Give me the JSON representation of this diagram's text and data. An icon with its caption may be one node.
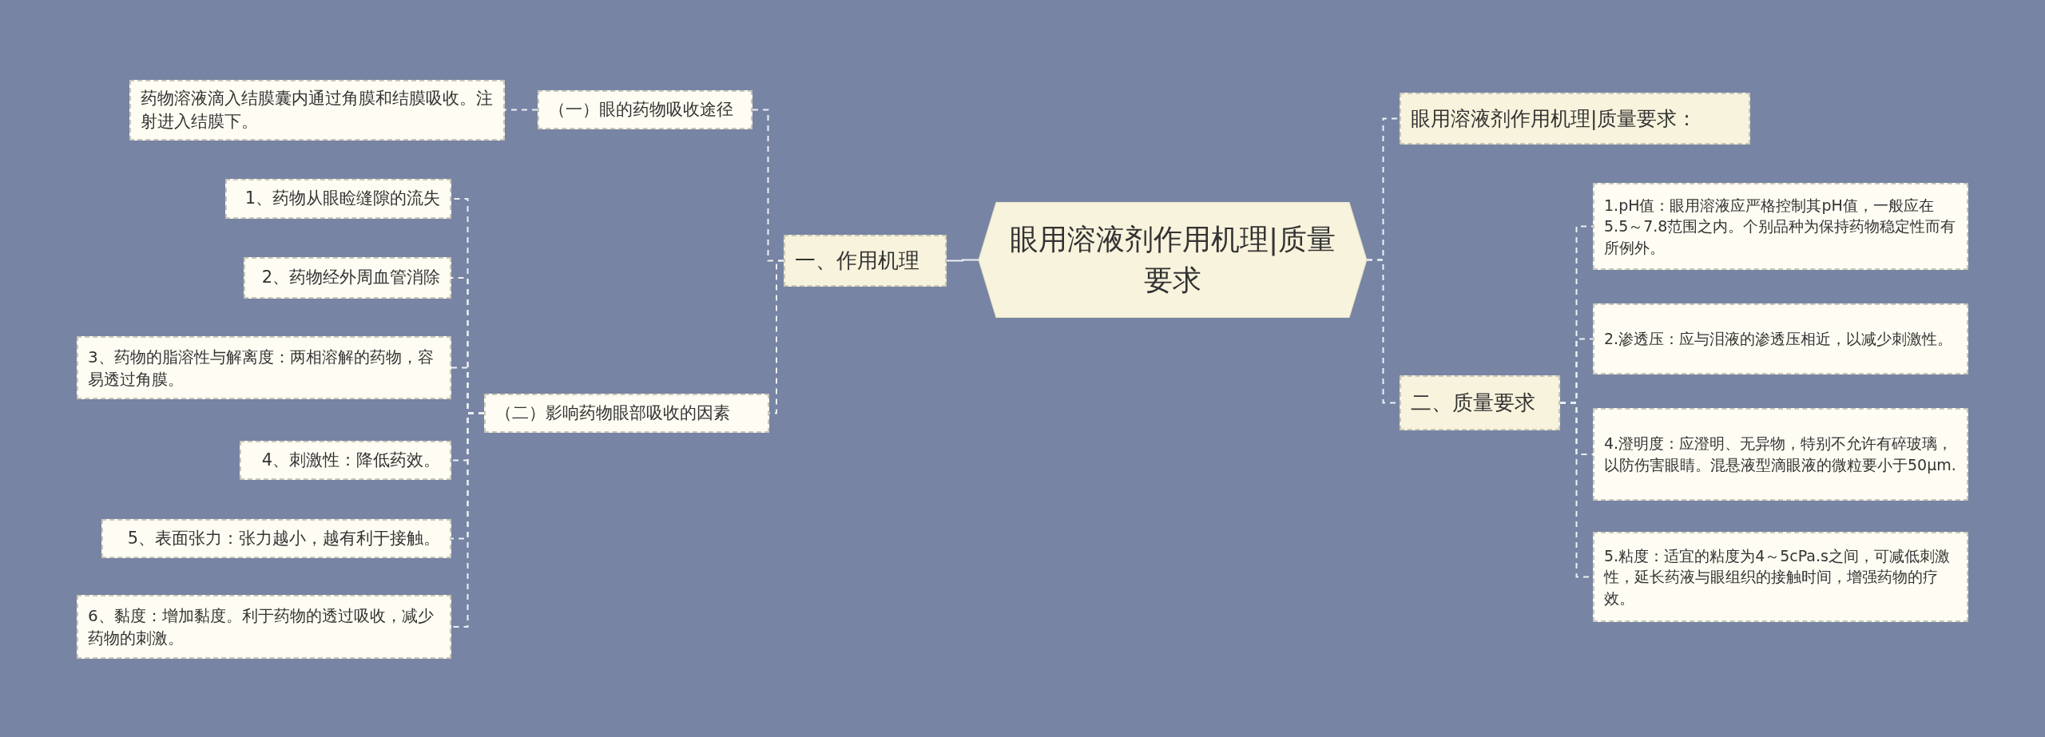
{
  "diagram": {
    "nodes": [
      {
        "text": [
          "眼用溶液剂作用机理|质量要求"
        ]
      },
      {
        "text": [
          "一、作用机理"
        ]
      },
      {
        "text": [
          "（一）眼的药物吸收途径"
        ]
      },
      {
        "text": [
          "药物溶液滴入结膜囊内通过角膜和结膜吸收。注射进入结膜下。"
        ]
      },
      {
        "text": [
          "（二）影响药物眼部吸收的因素"
        ]
      },
      {
        "text": [
          "1、药物从眼睑缝隙的流失"
        ]
      },
      {
        "text": [
          "2、药物经外周血管消除"
        ]
      },
      {
        "text": [
          "3、药物的脂溶性与解离度：两相溶解的药物，容易透过角膜。"
        ]
      },
      {
        "text": [
          "4、刺激性：降低药效。"
        ]
      },
      {
        "text": [
          "5、表面张力：张力越小，越有利于接触。"
        ]
      },
      {
        "text": [
          "6、黏度：增加黏度。利于药物的透过吸收，减少药物的刺激。"
        ]
      },
      {
        "text": [
          "眼用溶液剂作用机理|质量要求："
        ]
      },
      {
        "text": [
          "二、质量要求"
        ]
      },
      {
        "text": [
          "1.pH值：眼用溶液应严格控制其pH值，一般应在5.5～7.8范围之内。个别品种为保持药物稳定性而有所例外。"
        ]
      },
      {
        "text": [
          "2.渗透压：应与泪液的渗透压相近，以减少刺激性。"
        ]
      },
      {
        "text": [
          "4.澄明度：应澄明、无异物，特别不允许有碎玻璃，以防伤害眼睛。混悬液型滴眼液的微粒要小于50μm."
        ]
      },
      {
        "text": [
          "5.粘度：适宜的粘度为4～5cPa.s之间，可减低刺激性，延长药液与眼组织的接触时间，增强药物的疗效。"
        ]
      }
    ],
    "edges": [
      {
        "from": 0,
        "to": 1,
        "arrow": "none"
      },
      {
        "from": 1,
        "to": 2,
        "arrow": "none",
        "style": "dashed"
      },
      {
        "from": 2,
        "to": 3,
        "arrow": "none",
        "style": "dashed"
      },
      {
        "from": 1,
        "to": 4,
        "arrow": "none",
        "style": "dashed"
      },
      {
        "from": 4,
        "to": 5,
        "arrow": "none",
        "style": "dashed"
      },
      {
        "from": 4,
        "to": 6,
        "arrow": "none",
        "style": "dashed"
      },
      {
        "from": 4,
        "to": 7,
        "arrow": "none",
        "style": "dashed"
      },
      {
        "from": 4,
        "to": 8,
        "arrow": "none",
        "style": "dashed"
      },
      {
        "from": 4,
        "to": 9,
        "arrow": "none",
        "style": "dashed"
      },
      {
        "from": 4,
        "to": 10,
        "arrow": "none",
        "style": "dashed"
      },
      {
        "from": 0,
        "to": 11,
        "arrow": "none",
        "style": "dashed"
      },
      {
        "from": 0,
        "to": 12,
        "arrow": "none",
        "style": "dashed"
      },
      {
        "from": 12,
        "to": 13,
        "arrow": "none",
        "style": "dashed"
      },
      {
        "from": 12,
        "to": 14,
        "arrow": "none",
        "style": "dashed"
      },
      {
        "from": 12,
        "to": 15,
        "arrow": "none",
        "style": "dashed"
      },
      {
        "from": 12,
        "to": 16,
        "arrow": "none",
        "style": "dashed"
      }
    ]
  }
}
